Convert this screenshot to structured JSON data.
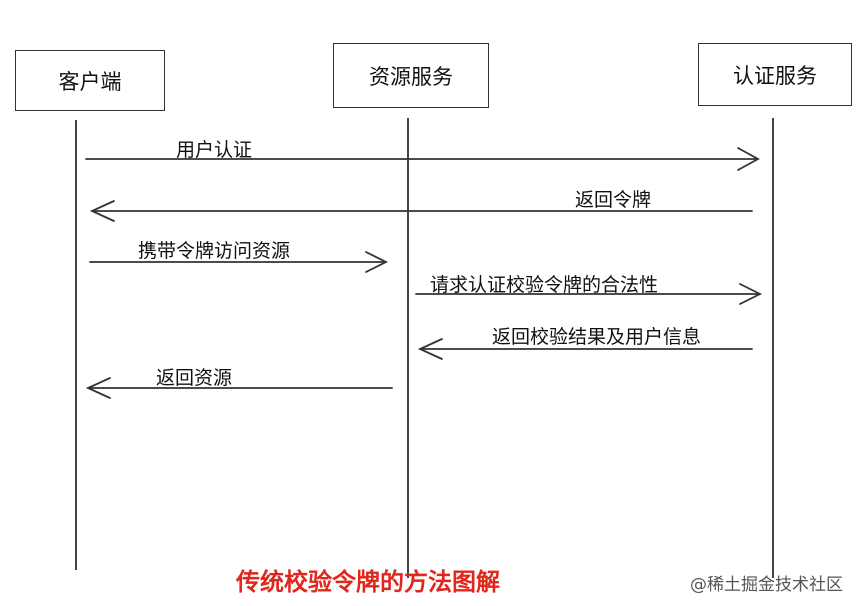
{
  "actors": {
    "client": "客户端",
    "resource": "资源服务",
    "auth": "认证服务"
  },
  "messages": [
    {
      "label": "用户认证",
      "from": "client",
      "to": "auth"
    },
    {
      "label": "返回令牌",
      "from": "auth",
      "to": "client"
    },
    {
      "label": "携带令牌访问资源",
      "from": "client",
      "to": "resource"
    },
    {
      "label": "请求认证校验令牌的合法性",
      "from": "resource",
      "to": "auth"
    },
    {
      "label": "返回校验结果及用户信息",
      "from": "auth",
      "to": "resource"
    },
    {
      "label": "返回资源",
      "from": "resource",
      "to": "client"
    }
  ],
  "caption": "传统校验令牌的方法图解",
  "watermark": "@稀土掘金技术社区",
  "colors": {
    "caption": "#e1261c",
    "line": "#333333"
  }
}
